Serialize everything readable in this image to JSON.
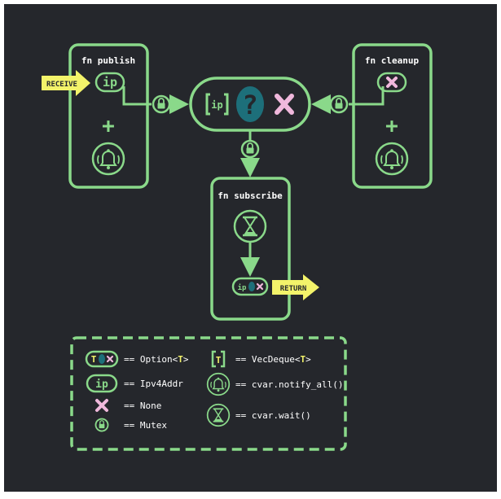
{
  "colors": {
    "background": "#25272c",
    "green": "#8ad98a",
    "yellow": "#f3f36a",
    "pink": "#f0b8dc",
    "teal": "#1d6f7a",
    "text": "#ffffff"
  },
  "publish": {
    "title": "fn publish",
    "ip_label": "ip",
    "plus": "+"
  },
  "cleanup": {
    "title": "fn cleanup",
    "plus": "+"
  },
  "subscribe": {
    "title": "fn subscribe",
    "ip_label": "ip"
  },
  "center": {
    "ip_label": "ip",
    "question": "?"
  },
  "arrows": {
    "receive": "RECEIVE",
    "return": "RETURN"
  },
  "legend": {
    "option": {
      "sym_t": "T",
      "text_prefix": "== Option<",
      "text_t": "T",
      "text_suffix": ">"
    },
    "ipv4": {
      "sym": "ip",
      "text": "== Ipv4Addr"
    },
    "none": {
      "text": "== None"
    },
    "mutex": {
      "text": "== Mutex"
    },
    "vecdeque": {
      "sym": "T",
      "text_prefix": "== VecDeque<",
      "text_t": "T",
      "text_suffix": ">"
    },
    "notify": {
      "text": "== cvar.notify_all()"
    },
    "wait": {
      "text": "== cvar.wait()"
    }
  }
}
